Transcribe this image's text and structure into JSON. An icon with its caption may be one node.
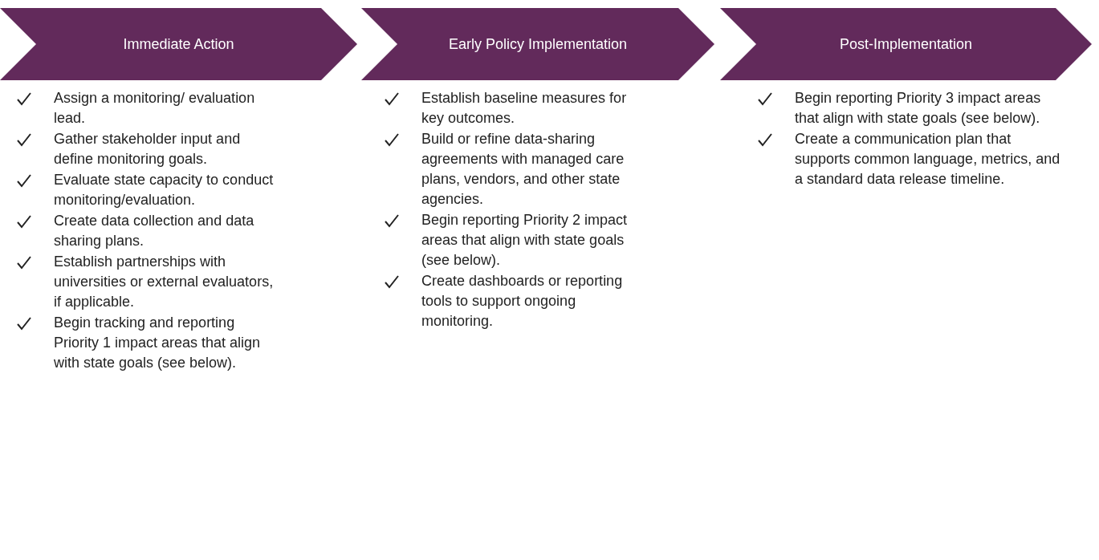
{
  "diagram": {
    "nodes": [
      {
        "text": [
          "Immediate Action"
        ],
        "beside": [
          "Assign a monitoring/ evaluation lead.",
          "Gather stakeholder input and define monitoring goals.",
          "Evaluate state capacity to conduct monitoring/evaluation.",
          "Create data collection and data sharing plans.",
          "Establish partnerships with universities or external evaluators, if applicable.",
          "Begin tracking and reporting Priority 1 impact areas that align with state goals (see below)."
        ]
      },
      {
        "text": [
          "Early Policy Implementation"
        ],
        "beside": [
          "Establish baseline measures for key outcomes.",
          "Build or refine data-sharing agreements with managed care plans, vendors, and other state agencies.",
          "Begin reporting Priority 2 impact areas that align with state goals (see below).",
          "Create dashboards or reporting tools to support ongoing monitoring."
        ]
      },
      {
        "text": [
          "Post-Implementation"
        ],
        "beside": [
          "Begin reporting Priority 3 impact areas that align with state goals (see below).",
          "Create a communication plan that supports common language, metrics, and a standard data release timeline."
        ]
      }
    ]
  }
}
